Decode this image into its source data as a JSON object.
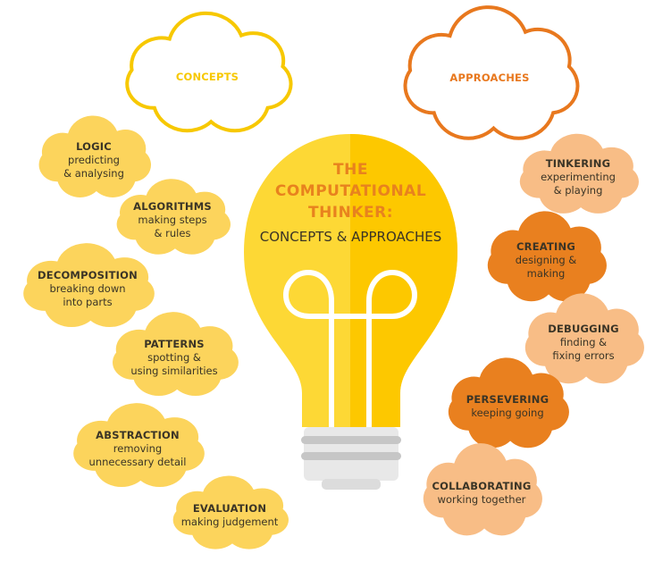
{
  "colors": {
    "concept": "#fcd45c",
    "approach_light": "#f8bd86",
    "approach_dark": "#e9801f",
    "concepts_outline": "#f7c800",
    "approaches_outline": "#e8781e",
    "bulb_left": "#fdd835",
    "bulb_right": "#fdc800"
  },
  "headers": {
    "concepts": "CONCEPTS",
    "approaches": "APPROACHES"
  },
  "bulb": {
    "line1": "THE",
    "line2": "COMPUTATIONAL",
    "line3": "THINKER:",
    "subtitle": "CONCEPTS & APPROACHES"
  },
  "concepts": [
    {
      "title": "LOGIC",
      "desc1": "predicting",
      "desc2": "& analysing"
    },
    {
      "title": "ALGORITHMS",
      "desc1": "making steps",
      "desc2": "& rules"
    },
    {
      "title": "DECOMPOSITION",
      "desc1": "breaking down",
      "desc2": "into parts"
    },
    {
      "title": "PATTERNS",
      "desc1": "spotting &",
      "desc2": "using similarities"
    },
    {
      "title": "ABSTRACTION",
      "desc1": "removing",
      "desc2": "unnecessary detail"
    },
    {
      "title": "EVALUATION",
      "desc1": "making judgement",
      "desc2": ""
    }
  ],
  "approaches": [
    {
      "title": "TINKERING",
      "desc1": "experimenting",
      "desc2": "& playing"
    },
    {
      "title": "CREATING",
      "desc1": "designing &",
      "desc2": "making"
    },
    {
      "title": "DEBUGGING",
      "desc1": "finding &",
      "desc2": "fixing errors"
    },
    {
      "title": "PERSEVERING",
      "desc1": "keeping going",
      "desc2": ""
    },
    {
      "title": "COLLABORATING",
      "desc1": "working together",
      "desc2": ""
    }
  ]
}
